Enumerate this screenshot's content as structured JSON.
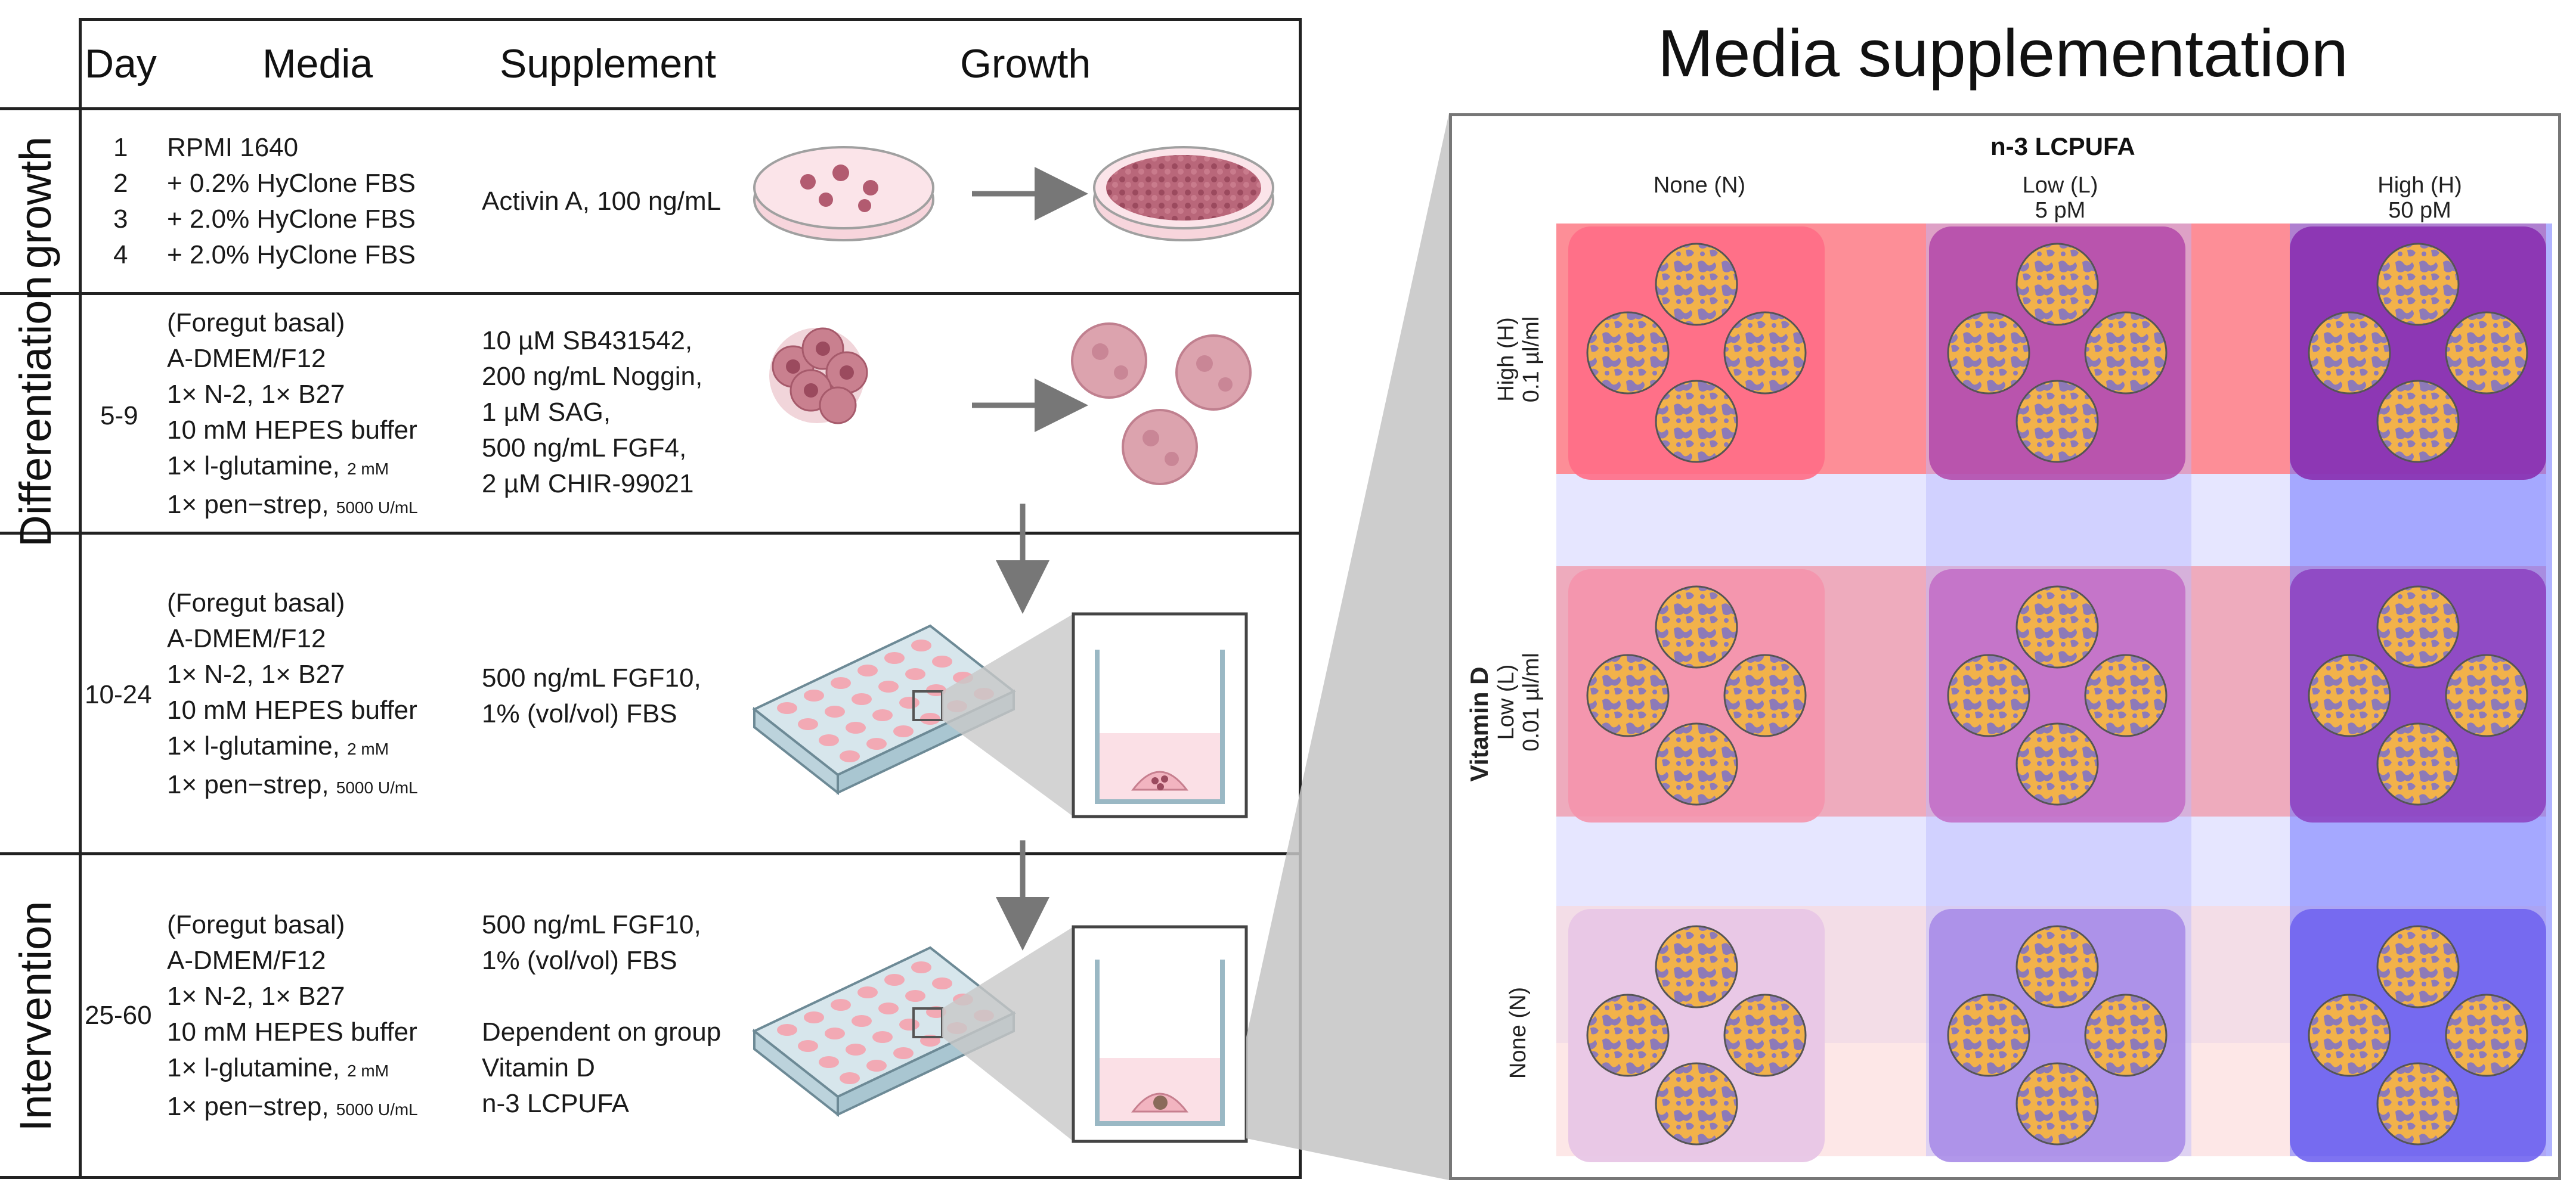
{
  "table": {
    "headers": {
      "day": "Day",
      "media": "Media",
      "supplement": "Supplement",
      "growth": "Growth"
    },
    "phases": {
      "growth": "growth",
      "differentiation": "Differentiation",
      "intervention": "Intervention"
    },
    "rows": [
      {
        "days": [
          "1",
          "2",
          "3",
          "4"
        ],
        "media": [
          "RPMI 1640",
          "+ 0.2% HyClone FBS",
          "+ 2.0% HyClone FBS",
          "+ 2.0% HyClone FBS"
        ],
        "supplement": [
          "Activin A, 100 ng/mL"
        ]
      },
      {
        "day": "5-9",
        "media": [
          "(Foregut basal)",
          "A-DMEM/F12",
          "1× N-2, 1× B27",
          "10 mM HEPES buffer",
          "1× l-glutamine,",
          "1× pen−strep,"
        ],
        "media_small": {
          "glutamine": "2 mM",
          "penstrep": "5000 U/mL"
        },
        "supplement": [
          "10 µM SB431542,",
          "200 ng/mL Noggin,",
          "1 µM SAG,",
          "500 ng/mL FGF4,",
          "2 µM CHIR-99021"
        ]
      },
      {
        "day": "10-24",
        "media": [
          "(Foregut basal)",
          "A-DMEM/F12",
          "1× N-2, 1× B27",
          "10 mM HEPES buffer",
          "1× l-glutamine,",
          "1× pen−strep,"
        ],
        "media_small": {
          "glutamine": "2 mM",
          "penstrep": "5000 U/mL"
        },
        "supplement": [
          "500 ng/mL FGF10,",
          "1% (vol/vol) FBS"
        ]
      },
      {
        "day": "25-60",
        "media": [
          "(Foregut basal)",
          "A-DMEM/F12",
          "1× N-2, 1× B27",
          "10 mM HEPES buffer",
          "1× l-glutamine,",
          "1× pen−strep,"
        ],
        "media_small": {
          "glutamine": "2 mM",
          "penstrep": "5000 U/mL"
        },
        "supplement": [
          "500 ng/mL FGF10,",
          "1% (vol/vol) FBS",
          "",
          "Dependent on group",
          "Vitamin D",
          "n-3 LCPUFA"
        ]
      }
    ]
  },
  "panel": {
    "title": "Media supplementation",
    "x_axis_title": "n-3 LCPUFA",
    "y_axis_title": "Vitamin D",
    "columns": [
      {
        "name": "None (N)",
        "dose": ""
      },
      {
        "name": "Low (L)",
        "dose": "5 pM"
      },
      {
        "name": "High (H)",
        "dose": "50 pM"
      }
    ],
    "rows": [
      {
        "name": "High (H)",
        "dose": "0.1 µl/ml"
      },
      {
        "name": "Low (L)",
        "dose": "0.01 µl/ml"
      },
      {
        "name": "None (N)",
        "dose": ""
      }
    ]
  },
  "colors": {
    "organoid_fill": "#f2b24a",
    "organoid_pattern": "#8d7ab8",
    "arrow": "#777777"
  }
}
